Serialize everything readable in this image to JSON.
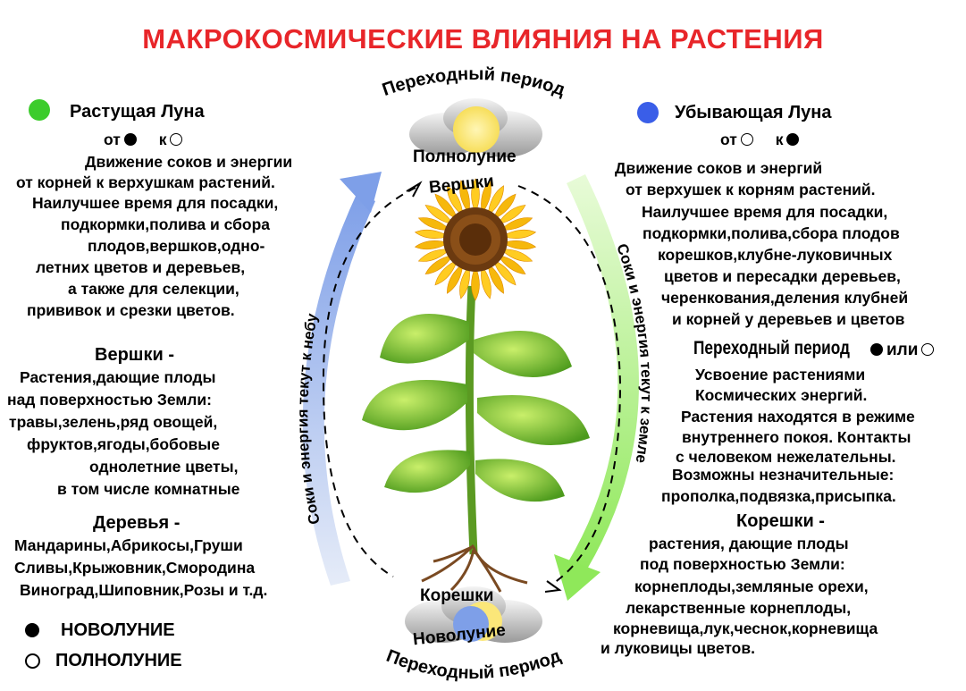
{
  "title": "МАКРОКОСМИЧЕСКИЕ ВЛИЯНИЯ НА РАСТЕНИЯ",
  "colors": {
    "title": "#e8262a",
    "waxing_dot": "#3ccc2c",
    "waning_dot": "#3a5ee8",
    "left_arrow": "#8fb0ec",
    "right_arrow": "#a6f06a",
    "sun": "#fbe779"
  },
  "icons": [
    "moon-full-icon",
    "moon-new-icon",
    "sunflower-illustration",
    "cloud-icon",
    "sun-icon"
  ],
  "top": {
    "transition_arc": "Переходный период",
    "full_moon": "Полнолуние",
    "tops": "Вершки"
  },
  "bottom": {
    "roots": "Корешки",
    "new_moon": "Новолуние",
    "transition_arc": "Переходный период"
  },
  "arrows": {
    "left": "Соки и энергия текут к небу",
    "right": "Соки и энергия текут к земле"
  },
  "waxing": {
    "heading": "Растущая Луна",
    "from_label": "от",
    "to_label": "к",
    "lines": [
      "Движение соков и энергии",
      "от корней к верхушкам растений.",
      "Наилучшее время для посадки,",
      "подкормки,полива и сбора",
      "плодов,вершков,одно-",
      "летних цветов и деревьев,",
      "а также для селекции,",
      "прививок и срезки цветов."
    ]
  },
  "tops_section": {
    "heading": "Вершки -",
    "lines": [
      "Растения,дающие плоды",
      "над поверхностью Земли:",
      "травы,зелень,ряд овощей,",
      "фруктов,ягоды,бобовые",
      "однолетние цветы,",
      "в том числе комнатные"
    ]
  },
  "trees_section": {
    "heading": "Деревья -",
    "lines": [
      "Мандарины,Абрикосы,Груши",
      "Сливы,Крыжовник,Смородина",
      "Виноград,Шиповник,Розы и т.д."
    ]
  },
  "legend": {
    "new_moon": "НОВОЛУНИЕ",
    "full_moon": "ПОЛНОЛУНИЕ"
  },
  "waning": {
    "heading": "Убывающая Луна",
    "from_label": "от",
    "to_label": "к",
    "lines": [
      "Движение соков и энергий",
      "от верхушек к корням растений.",
      "Наилучшее время для посадки,",
      "подкормки,полива,сбора плодов",
      "корешков,клубне-луковичных",
      "цветов и пересадки деревьев,",
      "черенкования,деления клубней",
      "и корней у деревьев и цветов"
    ]
  },
  "transition_section": {
    "heading": "Переходный период",
    "or_label": "или",
    "lines": [
      "Усвоение растениями",
      "Космических энергий.",
      "Растения находятся в режиме",
      "внутреннего покоя. Контакты",
      "с человеком нежелательны.",
      "Возможны незначительные:",
      "прополка,подвязка,присыпка."
    ]
  },
  "roots_section": {
    "heading": "Корешки -",
    "lines": [
      "растения, дающие плоды",
      "под поверхностью Земли:",
      "корнеплоды,земляные орехи,",
      "лекарственные корнеплоды,",
      "корневища,лук,чеснок,корневища",
      "и луковицы цветов."
    ]
  }
}
